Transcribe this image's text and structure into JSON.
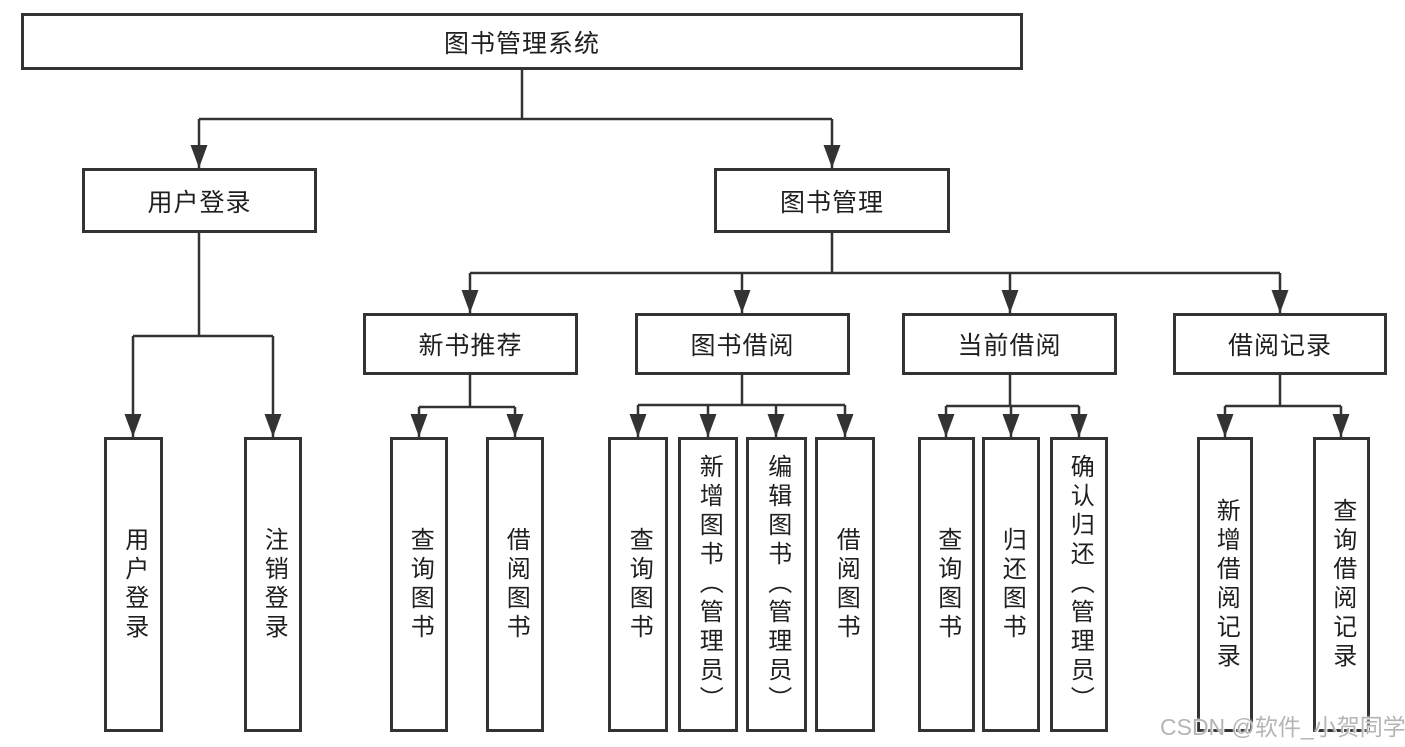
{
  "diagram": {
    "type": "hierarchy-tree",
    "root": {
      "label": "图书管理系统"
    },
    "branches": [
      {
        "label": "用户登录",
        "children": [
          {
            "label": "用户登录"
          },
          {
            "label": "注销登录"
          }
        ]
      },
      {
        "label": "图书管理",
        "children": [
          {
            "label": "新书推荐",
            "children": [
              {
                "label": "查询图书"
              },
              {
                "label": "借阅图书"
              }
            ]
          },
          {
            "label": "图书借阅",
            "children": [
              {
                "label": "查询图书"
              },
              {
                "label": "新增图书（管理员）"
              },
              {
                "label": "编辑图书（管理员）"
              },
              {
                "label": "借阅图书"
              }
            ]
          },
          {
            "label": "当前借阅",
            "children": [
              {
                "label": "查询图书"
              },
              {
                "label": "归还图书"
              },
              {
                "label": "确认归还（管理员）"
              }
            ]
          },
          {
            "label": "借阅记录",
            "children": [
              {
                "label": "新增借阅记录"
              },
              {
                "label": "查询借阅记录"
              }
            ]
          }
        ]
      }
    ]
  },
  "watermark": {
    "text": "CSDN @软件_小贺同学",
    "color": "#b5b5b5"
  },
  "colors": {
    "line": "#333333",
    "box_border": "#333333",
    "text": "#1f1f1f",
    "background": "#ffffff",
    "watermark": "#b5b5b5"
  }
}
